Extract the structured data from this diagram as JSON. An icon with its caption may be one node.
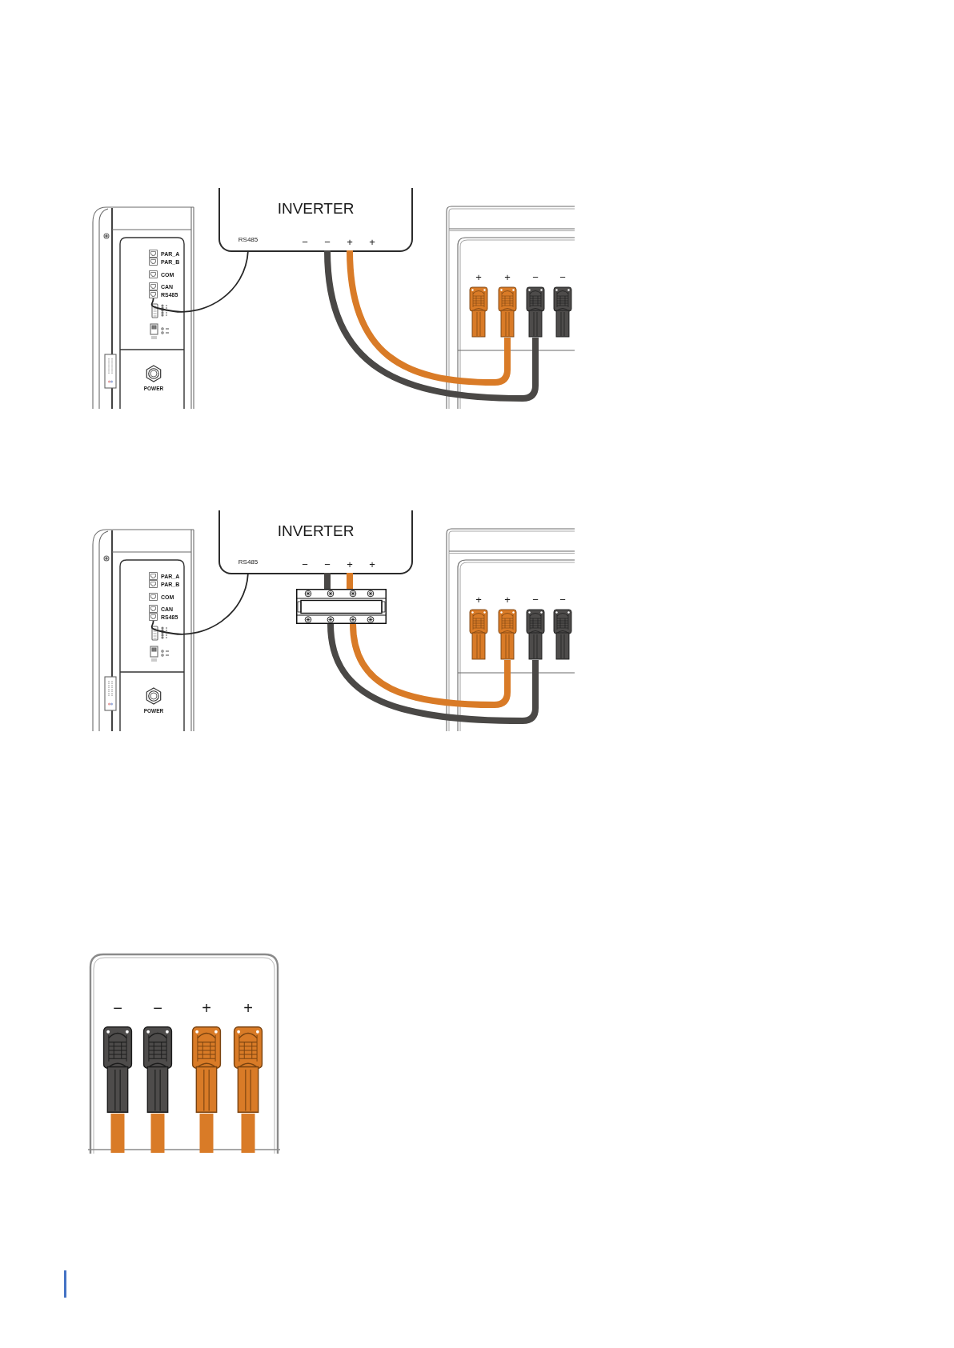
{
  "diagram": {
    "nodes": [
      {
        "text": [
          "INVERTER"
        ]
      },
      {
        "text": [
          "RS485"
        ],
        "in": 0
      },
      {
        "text": [
          "−"
        ],
        "in": 0
      },
      {
        "text": [
          "−"
        ],
        "in": 0
      },
      {
        "text": [
          "+"
        ],
        "in": 0
      },
      {
        "text": [
          "+"
        ],
        "in": 0
      },
      {
        "text": [],
        "shape": "box"
      },
      {
        "text": [
          "PAR_A"
        ],
        "in": 6
      },
      {
        "text": [
          "PAR_B"
        ],
        "in": 6
      },
      {
        "text": [
          "COM"
        ],
        "in": 6
      },
      {
        "text": [
          "CAN"
        ],
        "in": 6
      },
      {
        "text": [
          "RS485"
        ],
        "in": 6
      },
      {
        "text": [
          "POWER"
        ],
        "in": 6
      },
      {
        "text": [],
        "shape": "box"
      },
      {
        "text": [
          "+"
        ],
        "in": 13
      },
      {
        "text": [
          "+"
        ],
        "in": 13
      },
      {
        "text": [
          "−"
        ],
        "in": 13
      },
      {
        "text": [
          "−"
        ],
        "in": 13
      },
      {
        "text": [
          "INVERTER"
        ]
      },
      {
        "text": [
          "RS485"
        ],
        "in": 18
      },
      {
        "text": [
          "−"
        ],
        "in": 18
      },
      {
        "text": [
          "−"
        ],
        "in": 18
      },
      {
        "text": [
          "+"
        ],
        "in": 18
      },
      {
        "text": [
          "+"
        ],
        "in": 18
      },
      {
        "text": [],
        "shape": "box"
      },
      {
        "text": [
          "PAR_A"
        ],
        "in": 24
      },
      {
        "text": [
          "PAR_B"
        ],
        "in": 24
      },
      {
        "text": [
          "COM"
        ],
        "in": 24
      },
      {
        "text": [
          "CAN"
        ],
        "in": 24
      },
      {
        "text": [
          "RS485"
        ],
        "in": 24
      },
      {
        "text": [
          "POWER"
        ],
        "in": 24
      },
      {
        "text": [],
        "shape": "bar"
      },
      {
        "text": [],
        "shape": "box"
      },
      {
        "text": [
          "+"
        ],
        "in": 32
      },
      {
        "text": [
          "+"
        ],
        "in": 32
      },
      {
        "text": [
          "−"
        ],
        "in": 32
      },
      {
        "text": [
          "−"
        ],
        "in": 32
      },
      {
        "text": [],
        "shape": "box"
      },
      {
        "text": [
          "−"
        ],
        "in": 37
      },
      {
        "text": [
          "−"
        ],
        "in": 37
      },
      {
        "text": [
          "+"
        ],
        "in": 37
      },
      {
        "text": [
          "+"
        ],
        "in": 37
      }
    ],
    "edges": [
      {
        "from": 1,
        "to": 11,
        "arrow": "none",
        "color": "#262626"
      },
      {
        "from": 3,
        "to": 16,
        "arrow": "none",
        "color": "#4a4846"
      },
      {
        "from": 4,
        "to": 15,
        "arrow": "none",
        "color": "#d97b27"
      },
      {
        "from": 19,
        "to": 29,
        "arrow": "none",
        "color": "#262626"
      },
      {
        "from": 21,
        "to": 31,
        "arrow": "none",
        "color": "#4a4846"
      },
      {
        "from": 22,
        "to": 31,
        "arrow": "none",
        "color": "#d97b27"
      },
      {
        "from": 31,
        "to": 35,
        "arrow": "none",
        "color": "#4a4846"
      },
      {
        "from": 31,
        "to": 34,
        "arrow": "none",
        "color": "#d97b27"
      },
      {
        "from": 38,
        "to": null,
        "arrow": "none",
        "style": "thick",
        "color": "#d97b27"
      },
      {
        "from": 39,
        "to": null,
        "arrow": "none",
        "style": "thick",
        "color": "#d97b27"
      },
      {
        "from": 40,
        "to": null,
        "arrow": "none",
        "style": "thick",
        "color": "#d97b27"
      },
      {
        "from": 41,
        "to": null,
        "arrow": "none",
        "style": "thick",
        "color": "#d97b27"
      }
    ]
  }
}
